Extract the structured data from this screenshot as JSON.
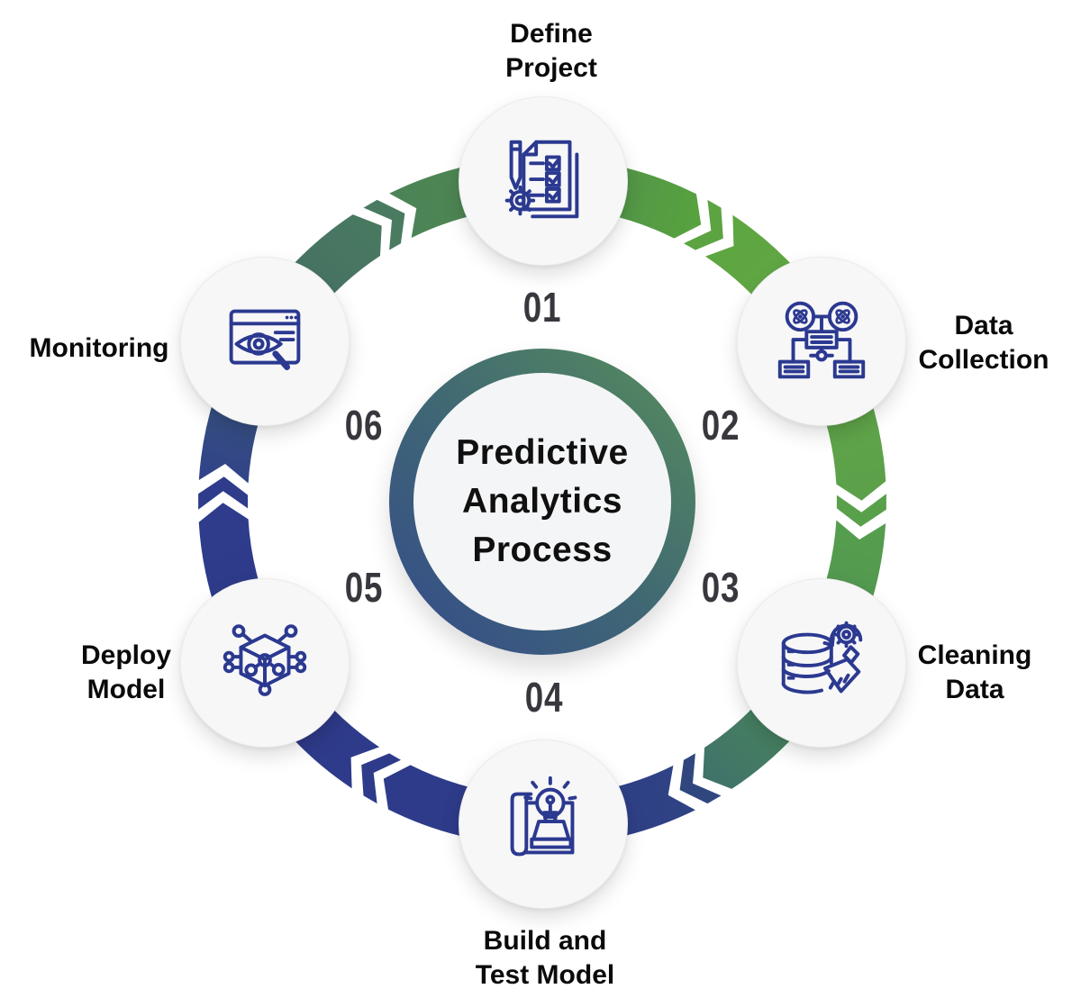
{
  "title": {
    "lines": [
      "Predictive",
      "Analytics",
      "Process"
    ]
  },
  "steps": [
    {
      "number": "01",
      "label_lines": [
        "Define",
        "Project"
      ],
      "icon": "checklist-pencil-gear"
    },
    {
      "number": "02",
      "label_lines": [
        "Data",
        "Collection"
      ],
      "icon": "data-network"
    },
    {
      "number": "03",
      "label_lines": [
        "Cleaning",
        "Data"
      ],
      "icon": "database-brush-gear"
    },
    {
      "number": "04",
      "label_lines": [
        "Build and",
        "Test Model"
      ],
      "icon": "blueprint-lightbulb"
    },
    {
      "number": "05",
      "label_lines": [
        "Deploy",
        "Model"
      ],
      "icon": "cube-network"
    },
    {
      "number": "06",
      "label_lines": [
        "Monitoring"
      ],
      "icon": "window-eye-magnifier"
    }
  ],
  "colors": {
    "icon_stroke": "#2b3990",
    "node_fill": "#f7f7f8",
    "number_color": "#37373e",
    "label_color": "#0a0a0a",
    "center_fill": "#f4f5f6",
    "center_ring": [
      "#578e5c",
      "#406873",
      "#344a8c"
    ]
  },
  "ring": {
    "segments": [
      {
        "before": [
          "#4f8a50",
          "#58a33e"
        ],
        "chevron": "#5ba441",
        "after": [
          "#5da540",
          "#63a847"
        ]
      },
      {
        "before": [
          "#63a847",
          "#5ba04a"
        ],
        "chevron": "#59a04b",
        "after": [
          "#57a04c",
          "#4e9154"
        ]
      },
      {
        "before": [
          "#4c8e56",
          "#40716a"
        ],
        "chevron": "#30467f",
        "after": [
          "#2f4382",
          "#2e3d89"
        ]
      },
      {
        "before": [
          "#2e3c89",
          "#2e3b8a"
        ],
        "chevron": "#2e3b8a",
        "after": [
          "#2e3b8a",
          "#2e3a89"
        ]
      },
      {
        "before": [
          "#2e3a89",
          "#2e3c8b"
        ],
        "chevron": "#2e3c8b",
        "after": [
          "#2f3f8b",
          "#3d5d77"
        ]
      },
      {
        "before": [
          "#446e66",
          "#497960"
        ],
        "chevron": "#4a7b61",
        "after": [
          "#4c8257",
          "#4f8a50"
        ]
      }
    ]
  }
}
